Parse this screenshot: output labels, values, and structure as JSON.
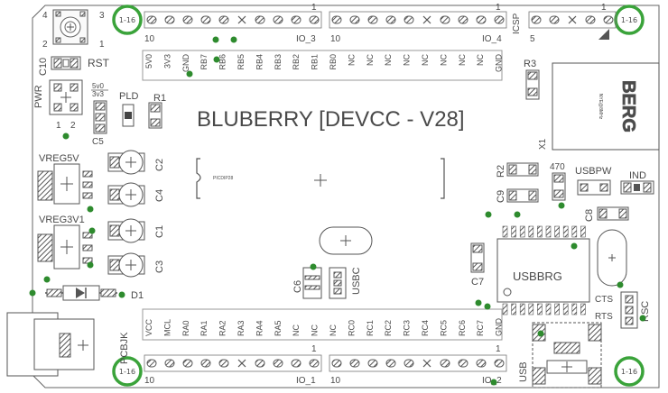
{
  "board": {
    "title": "BLUBERRY [DEVCC - V28]",
    "chip_label": "PICDIP28",
    "usb_chip_label": "USBBRG",
    "crystal_label": "X1",
    "crystal_brand": "BERG",
    "crystal_sub": "NYE@8MHz"
  },
  "mount_label": "1-16",
  "headers": {
    "top_left": {
      "right_num": "1",
      "left_num": "10",
      "name": "IO_3"
    },
    "top_right": {
      "right_num": "1",
      "left_num": "10",
      "name": "IO_4"
    },
    "icsp": {
      "right_num": "1",
      "left_num": "5",
      "name": "ICSP"
    },
    "bottom_left": {
      "right_num": "1",
      "left_num": "10",
      "name": "IO_1"
    },
    "bottom_right": {
      "right_num": "1",
      "left_num": "10",
      "name": "IO_2"
    }
  },
  "pins_top": [
    "5V0",
    "3V3",
    "GND",
    "RB7",
    "RB6",
    "RB5",
    "RB4",
    "RB3",
    "RB2",
    "RB1",
    "RB0",
    "NC",
    "NC",
    "NC",
    "NC",
    "NC",
    "NC",
    "NC",
    "NC",
    "GND"
  ],
  "pins_bottom": [
    "VCC",
    "MCL",
    "RA0",
    "RA1",
    "RA2",
    "RA3",
    "RA4",
    "RA5",
    "NC",
    "NC",
    "NC",
    "RC0",
    "RC1",
    "RC2",
    "RC3",
    "RC4",
    "RC5",
    "RC6",
    "RC7",
    "GND"
  ],
  "components": {
    "reset": {
      "label": "RST",
      "n1": "1",
      "n2": "2",
      "n3": "3",
      "n4": "4"
    },
    "c10": "C10",
    "pwr": {
      "label": "PWR",
      "n1": "1",
      "n2": "2"
    },
    "jumper_5v": "5v0",
    "jumper_3v": "3v3",
    "pld": "PLD",
    "r1": "R1",
    "c5": "C5",
    "c2": "C2",
    "c4": "C4",
    "c1": "C1",
    "c3": "C3",
    "vreg5": "VREG5V",
    "vreg3": "VREG3V1",
    "d1": "D1",
    "pcbjk": "PCBJK",
    "c6": "C6",
    "usbc": "USBC",
    "r3": "R3",
    "r2": "R2",
    "c9": "C9",
    "r470": "470",
    "usbpw": "USBPW",
    "ind": "IND",
    "c8": "C8",
    "c7": "C7",
    "cts": "CTS",
    "rts": "RTS",
    "rsc": "RSC",
    "usb": "USB"
  }
}
